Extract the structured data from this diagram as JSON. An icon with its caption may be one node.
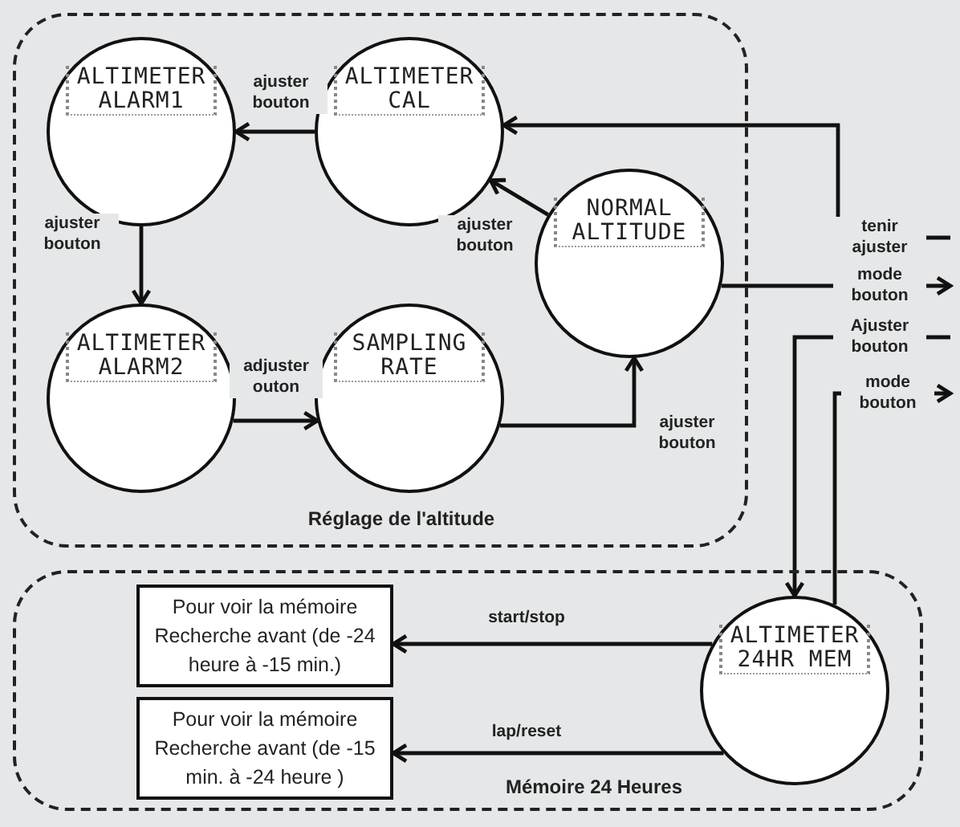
{
  "diagram": {
    "nodes": [
      {
        "text": [
          "Réglage de l'altitude"
        ]
      },
      {
        "text": [
          "ALTIMETER ALARM1"
        ],
        "in": 0
      },
      {
        "text": [
          "ALTIMETER CAL"
        ],
        "in": 0
      },
      {
        "text": [
          "NORMAL ALTITUDE"
        ],
        "in": 0
      },
      {
        "text": [
          "ALTIMETER ALARM2"
        ],
        "in": 0
      },
      {
        "text": [
          "SAMPLING RATE"
        ],
        "in": 0
      },
      {
        "text": [
          "Mémoire 24 Heures"
        ]
      },
      {
        "text": [
          "Pour voir la mémoire Recherche avant (de -24 heure à -15 min.)"
        ],
        "in": 6
      },
      {
        "text": [
          "Pour voir la mémoire Recherche avant (de -15 min. à -24 heure )"
        ],
        "in": 6
      },
      {
        "text": [
          "ALTIMETER 24HR MEM"
        ],
        "in": 6
      }
    ],
    "edges": [
      {
        "from": 2,
        "to": 1,
        "arrow": "to",
        "label": "ajuster bouton"
      },
      {
        "from": 1,
        "to": 4,
        "arrow": "to",
        "label": "ajuster bouton"
      },
      {
        "from": 4,
        "to": 5,
        "arrow": "to",
        "label": "adjuster outon"
      },
      {
        "from": 5,
        "to": 3,
        "arrow": "to",
        "label": "ajuster bouton"
      },
      {
        "from": 3,
        "to": 2,
        "arrow": "to",
        "label": "ajuster bouton"
      },
      {
        "from": null,
        "to": 2,
        "arrow": "to",
        "label": "tenir ajuster"
      },
      {
        "from": 3,
        "to": null,
        "arrow": "to",
        "label": "mode bouton"
      },
      {
        "from": null,
        "to": 9,
        "arrow": "to",
        "label": "Ajuster bouton"
      },
      {
        "from": 9,
        "to": null,
        "arrow": "to",
        "label": "mode bouton"
      },
      {
        "from": 9,
        "to": 7,
        "arrow": "to",
        "label": "start/stop"
      },
      {
        "from": 9,
        "to": 8,
        "arrow": "to",
        "label": "lap/reset"
      }
    ]
  }
}
